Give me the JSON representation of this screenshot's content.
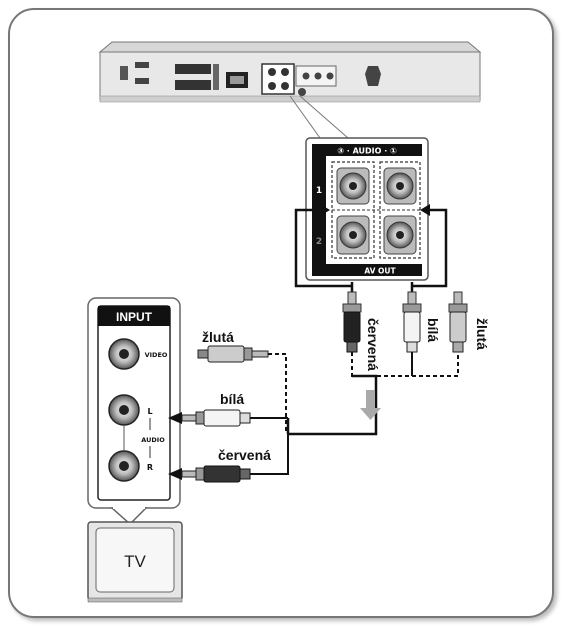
{
  "labels": {
    "input": "INPUT",
    "video": "VIDEO",
    "audio": "AUDIO",
    "left_channel": "L",
    "right_channel": "R",
    "tv": "TV",
    "audio_out_header": "③ · AUDIO · ①",
    "av_out": "AV OUT",
    "row_1": "1",
    "row_2": "2"
  },
  "cables_left": {
    "yellow": "žlutá",
    "white": "bílá",
    "red": "červená"
  },
  "cables_right": {
    "red": "červená",
    "white": "bílá",
    "yellow": "žlutá"
  },
  "colors": {
    "frame": "#777777",
    "device": "#e6e6e6",
    "panel_dark": "#111111",
    "jack": "#9a9a9a"
  }
}
